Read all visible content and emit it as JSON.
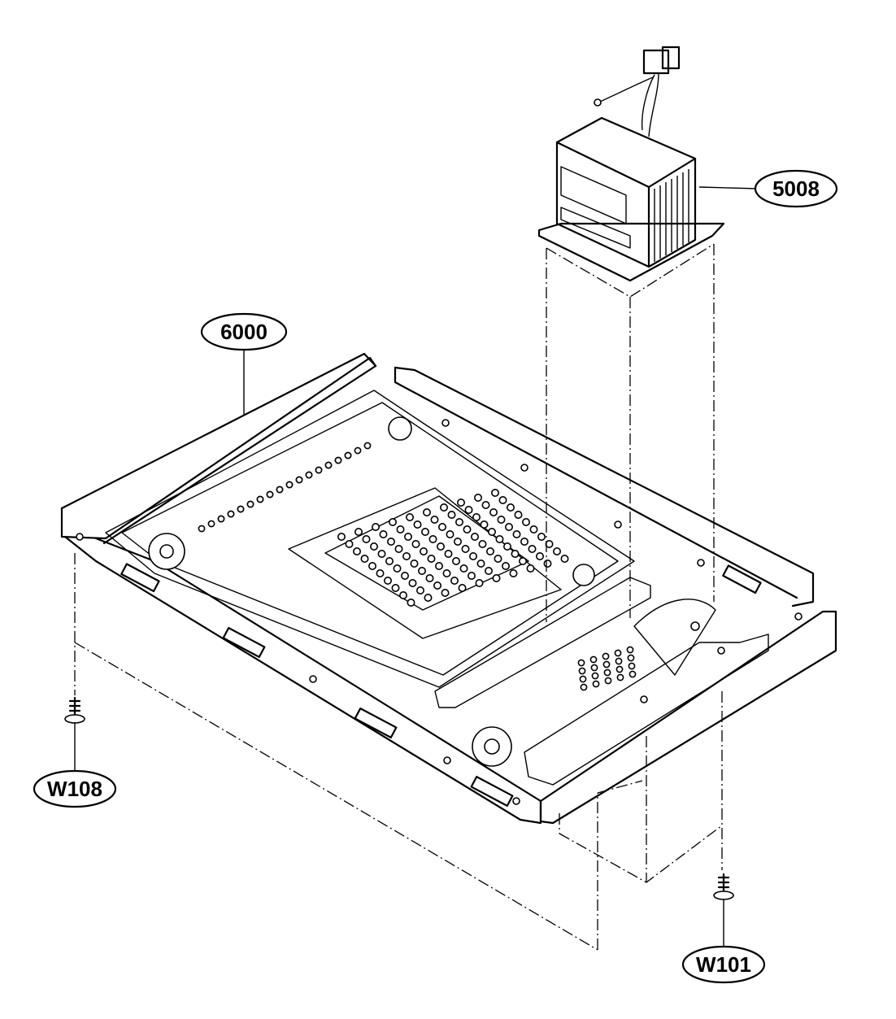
{
  "callouts": {
    "part_6000": "6000",
    "part_5008": "5008",
    "part_w108": "W108",
    "part_w101": "W101"
  },
  "colors": {
    "line": "#000000",
    "background": "#ffffff"
  }
}
